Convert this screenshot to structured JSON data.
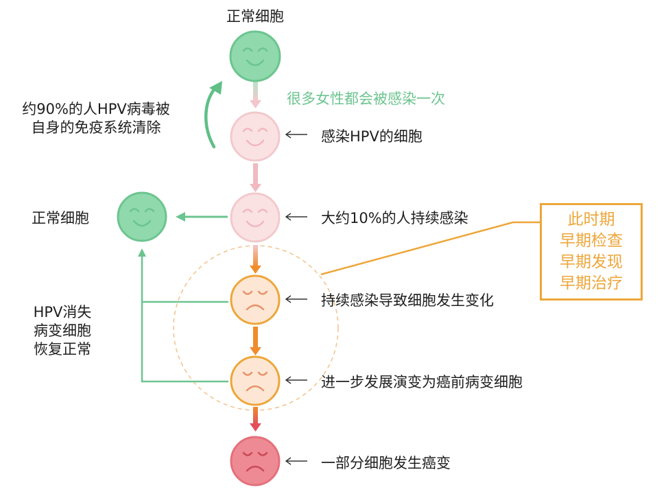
{
  "title_top": "正常细胞",
  "infection_note": "很多女性都会被感染一次",
  "clearance_note": [
    "约90%的人HPV病毒被",
    "自身的免疫系统清除"
  ],
  "side_normal": "正常细胞",
  "recovery_note": [
    "HPV消失",
    "病变细胞",
    "恢复正常"
  ],
  "stages": [
    {
      "label": "感染HPV的细胞",
      "mood": "smile"
    },
    {
      "label": "大约10%的人持续感染",
      "mood": "smile"
    },
    {
      "label": "持续感染导致细胞发生变化",
      "mood": "sad"
    },
    {
      "label": "进一步发展演变为癌前病变细胞",
      "mood": "sad"
    },
    {
      "label": "一部分细胞发生癌变",
      "mood": "sad"
    }
  ],
  "callout": [
    "此时期",
    "早期检查",
    "早期发现",
    "早期治疗"
  ],
  "colors": {
    "green": "#6cc48f",
    "green_fill": "#8fd9ad",
    "pink_fill": "#fae2e3",
    "pink_stroke": "#f2c9cc",
    "orange": "#eda63a",
    "orange_fill": "#fde7d4",
    "red_fill": "#ee8a93",
    "red_stroke": "#e3707b"
  },
  "icons": [
    "happy-face-icon",
    "sad-face-icon",
    "left-arrow-icon",
    "down-arrow-icon",
    "curved-up-arrow-icon"
  ]
}
